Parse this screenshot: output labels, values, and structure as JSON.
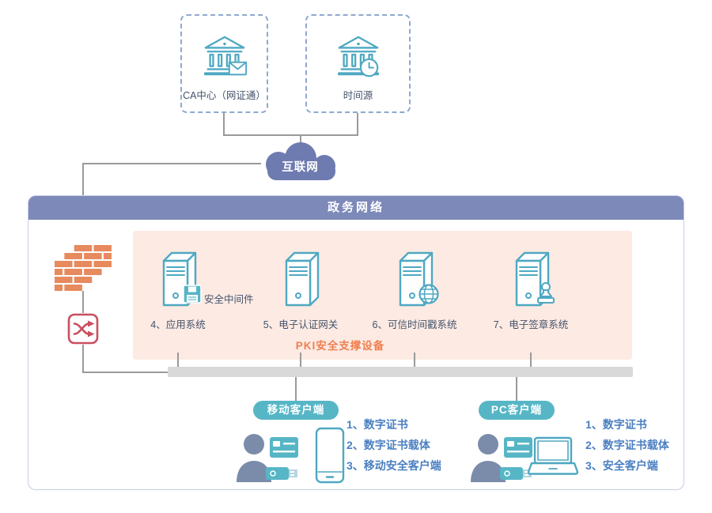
{
  "colors": {
    "teal": "#4fa8c2",
    "teal-fill": "#56b6c6",
    "header-purple": "#7d89b9",
    "cloud-purple": "#6e7bb0",
    "dashed-border": "#8ea9cf",
    "network-border": "#c9cfe6",
    "panel-pink": "#fceae3",
    "brick-orange": "#e78a5e",
    "caption-orange": "#f07f4f",
    "switch-red": "#c94f5f",
    "label-slate": "#44536b",
    "client-blue": "#4a7fc1",
    "person-slate": "#7b8caa",
    "bus-gray": "#d9d9d9",
    "line-gray": "#9a9a9a"
  },
  "external": {
    "ca_center": {
      "label": "CA中心（网证通）",
      "icon": "bank-certificate-icon"
    },
    "time_source": {
      "label": "时间源",
      "icon": "bank-clock-icon"
    }
  },
  "internet": {
    "label": "互联网",
    "icon": "cloud-icon"
  },
  "network": {
    "title": "政务网络",
    "firewall_icon": "firewall-icon",
    "switch_icon": "switch-icon",
    "pki_panel": {
      "caption": "PKI安全支撑设备",
      "servers": [
        {
          "label": "4、应用系统",
          "badge": "安全中间件",
          "icon": "server-middleware-icon"
        },
        {
          "label": "5、电子认证网关",
          "icon": "server-gateway-icon"
        },
        {
          "label": "6、可信时间戳系统",
          "icon": "server-timestamp-icon"
        },
        {
          "label": "7、电子签章系统",
          "icon": "server-seal-icon"
        }
      ]
    },
    "clients": [
      {
        "label": "移动客户端",
        "device_icon": "tablet-icon",
        "items": [
          "1、数字证书",
          "2、数字证书载体",
          "3、移动安全客户端"
        ]
      },
      {
        "label": "PC客户端",
        "device_icon": "laptop-icon",
        "items": [
          "1、数字证书",
          "2、数字证书载体",
          "3、安全客户端"
        ]
      }
    ]
  }
}
